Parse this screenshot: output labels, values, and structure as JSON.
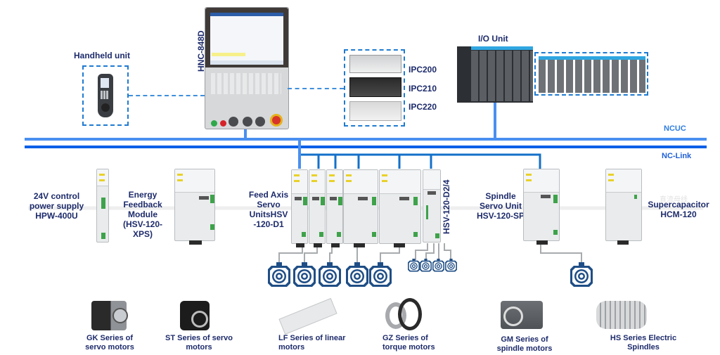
{
  "diagram": {
    "top_devices": {
      "handheld_unit": {
        "label": "Handheld unit"
      },
      "cnc_panel": {
        "label": "HNC-848D"
      },
      "ipc": {
        "models": [
          "IPC200",
          "IPC210",
          "IPC220"
        ]
      },
      "io_unit": {
        "label": "I/O Unit"
      }
    },
    "buses": {
      "ncuc": "NCUC",
      "nclink": "NC-Link"
    },
    "drive_row": {
      "power_supply": {
        "label_lines": [
          "24V control",
          "power supply",
          "HPW-400U"
        ]
      },
      "energy_feedback": {
        "label_lines": [
          "Energy",
          "Feedback",
          "Module",
          "(HSV-120-",
          "XPS)"
        ]
      },
      "feed_axis": {
        "label_lines": [
          "Feed Axis",
          "Servo",
          "UnitsHSV",
          "-120-D1"
        ]
      },
      "multi_axis": {
        "label": "HSV-120-D2/4"
      },
      "spindle": {
        "label_lines": [
          "Spindle",
          "Servo Unit",
          "HSV-120-SP"
        ]
      },
      "supercap": {
        "label_lines": [
          "Supercapacitor",
          "HCM-120"
        ]
      },
      "dc_bus_watermark": "直流母线"
    },
    "motor_icons": {
      "feed_count": 5,
      "multi_axis_count": 4,
      "spindle_count": 1
    },
    "products": [
      {
        "lines": [
          "GK Series of",
          "servo motors"
        ]
      },
      {
        "lines": [
          "ST Series of servo",
          "motors"
        ]
      },
      {
        "lines": [
          "LF Series of linear",
          "motors"
        ]
      },
      {
        "lines": [
          "GZ Series of",
          "torque motors"
        ]
      },
      {
        "lines": [
          "GM Series of",
          "spindle motors"
        ]
      },
      {
        "lines": [
          "HS Series Electric",
          "Spindles"
        ]
      }
    ],
    "colors": {
      "ncuc_bus": "#4a8ff0",
      "nclink_bus": "#0b5fe8",
      "drop_line": "#1370c9",
      "label_text": "#1d2b6b",
      "bus_label": "#2f7de0",
      "motor_icon": "#1f4e86"
    }
  }
}
